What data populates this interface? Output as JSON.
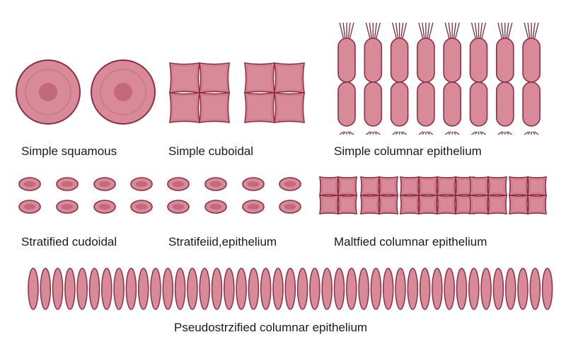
{
  "colors": {
    "cell_fill": "#d98a98",
    "cell_fill_dark": "#cc7686",
    "cell_stroke": "#8c2e44",
    "nucleus_fill": "#c4687c",
    "cilia": "#7a2a3c"
  },
  "labels": {
    "simple_squamous": "Simple squamous",
    "simple_cuboidal": "Simple cuboidal",
    "simple_columnar": "Simple columnar epithelium",
    "stratified_cuboidal": "Stratified cudoidal",
    "stratified_epithelium": "Stratifeiid,epithelium",
    "maltfied_columnar": "Maltfied columnar epithelium",
    "pseudostratified": "Pseudostrzified columnar epithelium"
  }
}
